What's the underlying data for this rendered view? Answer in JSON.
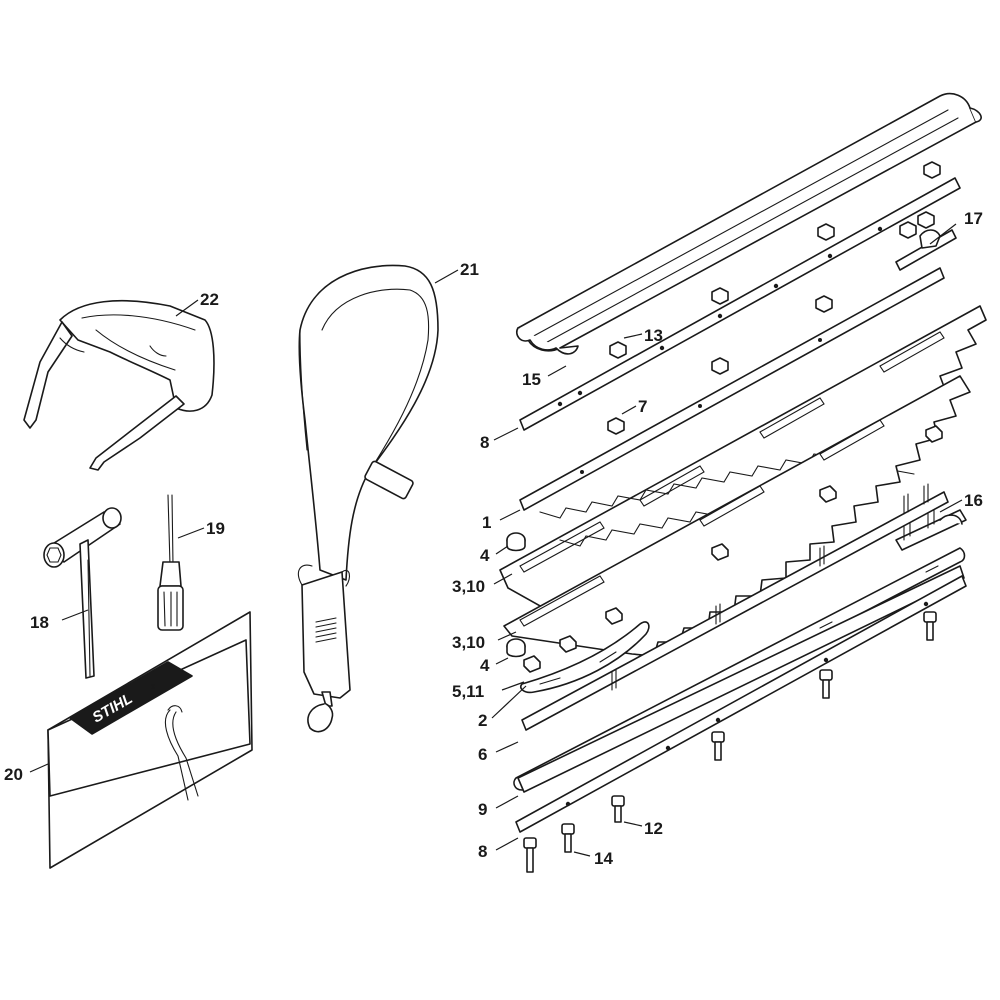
{
  "brand": {
    "logo_text": "STIHL",
    "registered_mark": "®"
  },
  "callouts": [
    {
      "id": "c22",
      "label": "22"
    },
    {
      "id": "c21",
      "label": "21"
    },
    {
      "id": "c19",
      "label": "19"
    },
    {
      "id": "c18",
      "label": "18"
    },
    {
      "id": "c20",
      "label": "20"
    },
    {
      "id": "c17",
      "label": "17"
    },
    {
      "id": "c13",
      "label": "13"
    },
    {
      "id": "c15",
      "label": "15"
    },
    {
      "id": "c7",
      "label": "7"
    },
    {
      "id": "c8a",
      "label": "8"
    },
    {
      "id": "c1",
      "label": "1"
    },
    {
      "id": "c4a",
      "label": "4"
    },
    {
      "id": "c310a",
      "label": "3,10"
    },
    {
      "id": "c16",
      "label": "16"
    },
    {
      "id": "c310b",
      "label": "3,10"
    },
    {
      "id": "c4b",
      "label": "4"
    },
    {
      "id": "c511",
      "label": "5,11"
    },
    {
      "id": "c2",
      "label": "2"
    },
    {
      "id": "c6",
      "label": "6"
    },
    {
      "id": "c9",
      "label": "9"
    },
    {
      "id": "c12",
      "label": "12"
    },
    {
      "id": "c8b",
      "label": "8"
    },
    {
      "id": "c14",
      "label": "14"
    }
  ]
}
